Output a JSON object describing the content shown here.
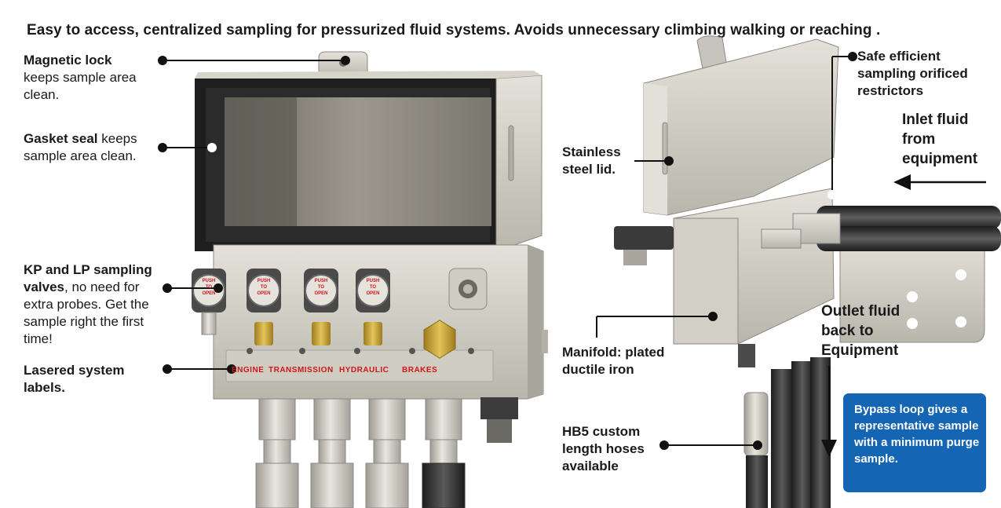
{
  "headline": "Easy to access, centralized sampling for pressurized fluid systems. Avoids unnecessary climbing walking or reaching .",
  "callouts": {
    "magnetic_lock": {
      "bold": "Magnetic lock",
      "rest": "keeps sample area clean."
    },
    "gasket_seal": {
      "bold": "Gasket seal",
      "rest": " keeps sample area clean."
    },
    "kp_lp": {
      "bold": "KP and LP sampling valves",
      "rest": ", no need for extra probes. Get the sample right the first time!"
    },
    "lasered_labels": "Lasered system labels.",
    "stainless_lid": "Stainless steel lid.",
    "safe_efficient": "Safe efficient sampling orificed restrictors",
    "inlet_fluid": "Inlet fluid from equipment",
    "outlet_fluid": "Outlet fluid back to Equipment",
    "manifold": "Manifold: plated ductile iron",
    "hb5_hoses": "HB5 custom length hoses available",
    "bypass_loop": "Bypass loop gives a representative sample with a minimum purge sample."
  },
  "valve_caps": [
    "PUSH TO OPEN",
    "PUSH TO OPEN",
    "PUSH TO OPEN",
    "PUSH TO OPEN"
  ],
  "system_labels": [
    "ENGINE",
    "TRANSMISSION",
    "HYDRAULIC",
    "BRAKES"
  ],
  "colors": {
    "accent_blue": "#1565b5",
    "label_red": "#d0151b",
    "steel": "#c9c6bc",
    "brass": "#c9a53a",
    "hose": "#2b2b2b"
  }
}
